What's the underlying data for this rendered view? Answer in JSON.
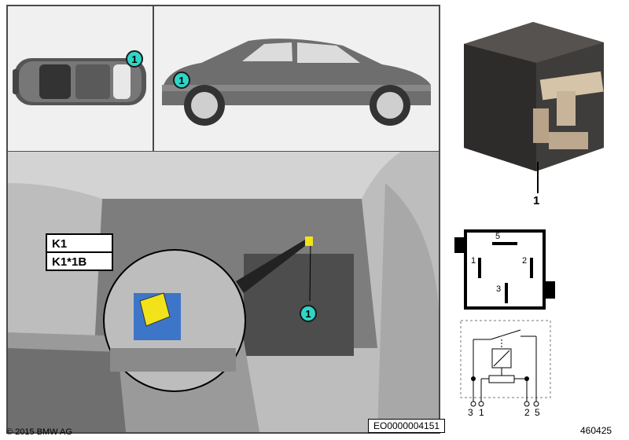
{
  "callout_number": "1",
  "component_labels": [
    "K1",
    "K1*1B"
  ],
  "part_number_label": "1",
  "image_code": "EO0000004151",
  "copyright": "© 2015 BMW AG",
  "figure_number": "460425",
  "relay_pins": {
    "top_view": [
      "5",
      "1",
      "2",
      "3"
    ],
    "schematic_bottom": [
      "3",
      "1",
      "2",
      "5"
    ]
  },
  "colors": {
    "callout_fill": "#2fd6c8",
    "relay_highlight": "#f2e21a",
    "connector_blue": "#3d76c8",
    "relay_body": "#3f3d3b"
  }
}
